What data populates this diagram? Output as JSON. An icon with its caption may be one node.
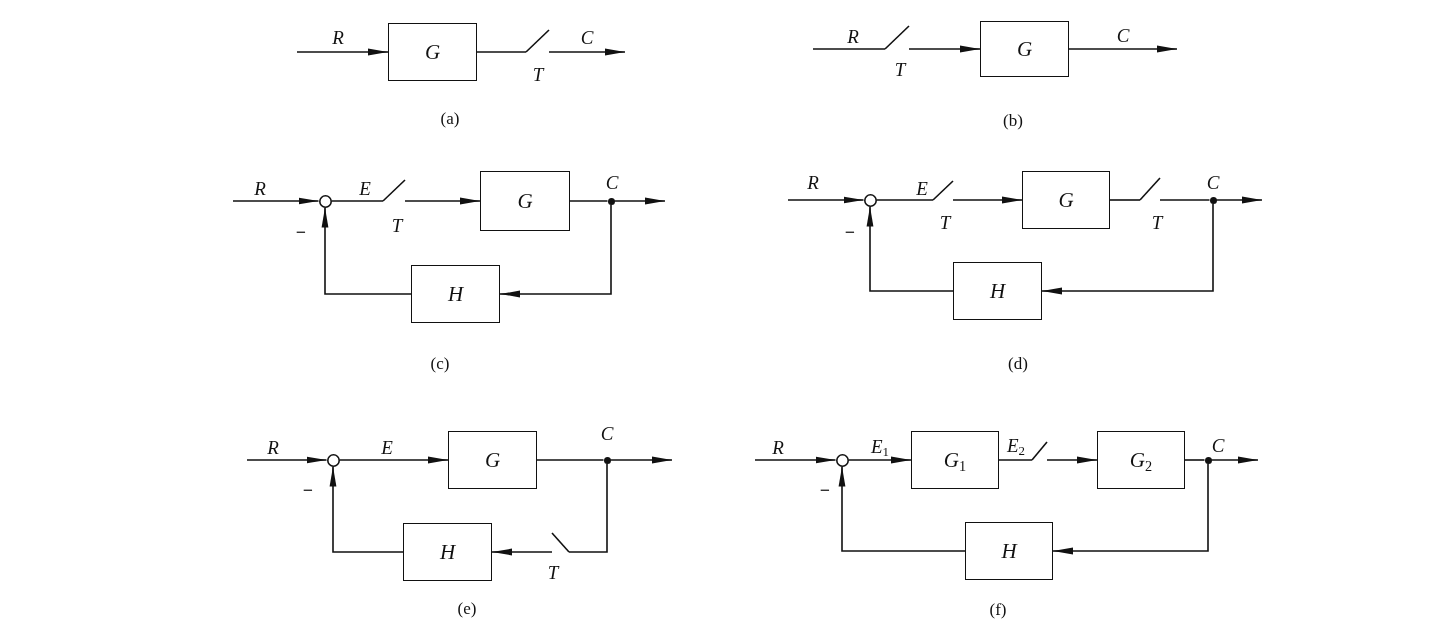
{
  "diagram": {
    "nodes": [
      {
        "text": [
          "G"
        ]
      },
      {
        "text": [],
        "shape": "switch",
        "beside": [
          "T"
        ]
      },
      {
        "text": [],
        "shape": "switch",
        "beside": [
          "T"
        ]
      },
      {
        "text": [
          "G"
        ]
      },
      {
        "text": [],
        "shape": "circle",
        "beside": [
          "−"
        ]
      },
      {
        "text": [],
        "shape": "switch",
        "beside": [
          "T"
        ]
      },
      {
        "text": [
          "G"
        ]
      },
      {
        "text": [],
        "shape": "dot"
      },
      {
        "text": [
          "H"
        ]
      },
      {
        "text": [],
        "shape": "circle",
        "beside": [
          "−"
        ]
      },
      {
        "text": [],
        "shape": "switch",
        "beside": [
          "T"
        ]
      },
      {
        "text": [
          "G"
        ]
      },
      {
        "text": [],
        "shape": "switch",
        "beside": [
          "T"
        ]
      },
      {
        "text": [],
        "shape": "dot"
      },
      {
        "text": [
          "H"
        ]
      },
      {
        "text": [],
        "shape": "circle",
        "beside": [
          "−"
        ]
      },
      {
        "text": [
          "G"
        ]
      },
      {
        "text": [],
        "shape": "dot"
      },
      {
        "text": [],
        "shape": "switch",
        "beside": [
          "T"
        ]
      },
      {
        "text": [
          "H"
        ]
      },
      {
        "text": [],
        "shape": "circle",
        "beside": [
          "−"
        ]
      },
      {
        "text": [
          "G$_{1}$"
        ]
      },
      {
        "text": [],
        "shape": "switch"
      },
      {
        "text": [
          "G$_{2}$"
        ]
      },
      {
        "text": [],
        "shape": "dot"
      },
      {
        "text": [
          "H"
        ]
      }
    ],
    "edges": [
      {
        "from": null,
        "to": 0,
        "arrow": "to",
        "label": "R"
      },
      {
        "from": 0,
        "to": 1,
        "arrow": "none"
      },
      {
        "from": 1,
        "to": null,
        "arrow": "to",
        "label": "C"
      },
      {
        "from": null,
        "to": 2,
        "arrow": "none",
        "label": "R"
      },
      {
        "from": 2,
        "to": 3,
        "arrow": "to"
      },
      {
        "from": 3,
        "to": null,
        "arrow": "to",
        "label": "C"
      },
      {
        "from": null,
        "to": 4,
        "arrow": "to",
        "label": "R"
      },
      {
        "from": 4,
        "to": 5,
        "arrow": "none",
        "label": "E"
      },
      {
        "from": 5,
        "to": 6,
        "arrow": "to"
      },
      {
        "from": 6,
        "to": 7,
        "arrow": "none"
      },
      {
        "from": 7,
        "to": null,
        "arrow": "to",
        "label": "C"
      },
      {
        "from": 7,
        "to": 8,
        "arrow": "to"
      },
      {
        "from": 8,
        "to": 4,
        "arrow": "to"
      },
      {
        "from": null,
        "to": 9,
        "arrow": "to",
        "label": "R"
      },
      {
        "from": 9,
        "to": 10,
        "arrow": "none",
        "label": "E"
      },
      {
        "from": 10,
        "to": 11,
        "arrow": "to"
      },
      {
        "from": 11,
        "to": 12,
        "arrow": "none"
      },
      {
        "from": 12,
        "to": 13,
        "arrow": "none"
      },
      {
        "from": 13,
        "to": null,
        "arrow": "to",
        "label": "C"
      },
      {
        "from": 13,
        "to": 14,
        "arrow": "to"
      },
      {
        "from": 14,
        "to": 9,
        "arrow": "to"
      },
      {
        "from": null,
        "to": 15,
        "arrow": "to",
        "label": "R"
      },
      {
        "from": 15,
        "to": 16,
        "arrow": "to",
        "label": "E"
      },
      {
        "from": 16,
        "to": 17,
        "arrow": "none"
      },
      {
        "from": 17,
        "to": null,
        "arrow": "to",
        "label": "C"
      },
      {
        "from": 17,
        "to": 18,
        "arrow": "none"
      },
      {
        "from": 18,
        "to": 19,
        "arrow": "to"
      },
      {
        "from": 19,
        "to": 15,
        "arrow": "to"
      },
      {
        "from": null,
        "to": 20,
        "arrow": "to",
        "label": "R"
      },
      {
        "from": 20,
        "to": 21,
        "arrow": "to",
        "label": "E$_{1}$"
      },
      {
        "from": 21,
        "to": 22,
        "arrow": "none",
        "label": "E$_{2}$"
      },
      {
        "from": 22,
        "to": 23,
        "arrow": "to"
      },
      {
        "from": 23,
        "to": 24,
        "arrow": "none"
      },
      {
        "from": 24,
        "to": null,
        "arrow": "to",
        "label": "C"
      },
      {
        "from": 24,
        "to": 25,
        "arrow": "to"
      },
      {
        "from": 25,
        "to": 20,
        "arrow": "to"
      }
    ],
    "labels": [
      "(a)",
      "(b)",
      "(c)",
      "(d)",
      "(e)",
      "(f)"
    ]
  }
}
